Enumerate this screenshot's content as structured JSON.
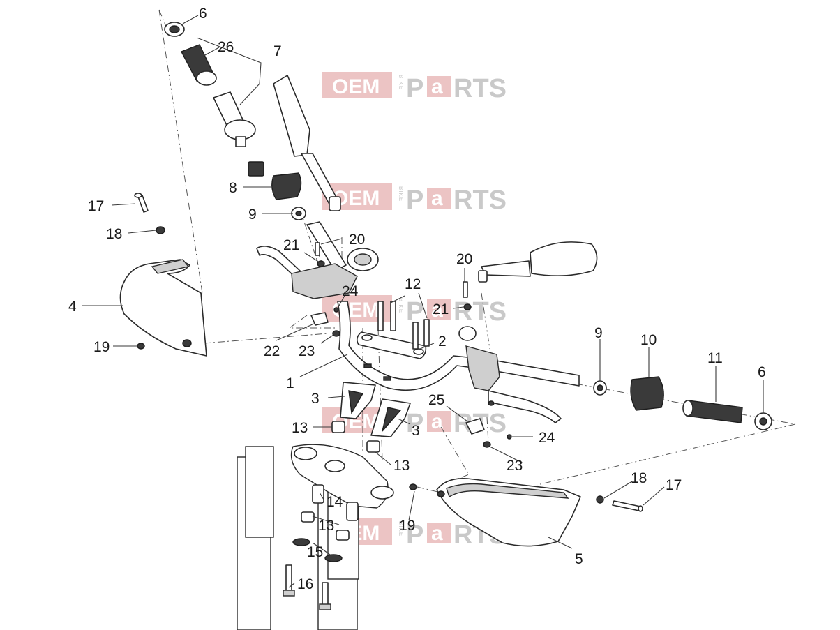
{
  "watermark": {
    "oem": "OEM",
    "bike": "BIKE",
    "p": "P",
    "a": "a",
    "rts": "RTS"
  },
  "callouts": {
    "c6_top": "6",
    "c26": "26",
    "c7": "7",
    "c8": "8",
    "c9_left": "9",
    "c17_left": "17",
    "c18_left": "18",
    "c20_left": "20",
    "c21_left": "21",
    "c4": "4",
    "c24_left": "24",
    "c12": "12",
    "c20_right": "20",
    "c21_right": "21",
    "c19_left": "19",
    "c22": "22",
    "c23_left": "23",
    "c2": "2",
    "c9_right": "9",
    "c10": "10",
    "c11": "11",
    "c6_right": "6",
    "c1": "1",
    "c3_left": "3",
    "c25": "25",
    "c3_right": "3",
    "c13_a": "13",
    "c24_right": "24",
    "c13_b": "13",
    "c23_right": "23",
    "c18_right": "18",
    "c17_right": "17",
    "c14": "14",
    "c13_c": "13",
    "c19_right": "19",
    "c15": "15",
    "c5": "5",
    "c16": "16"
  }
}
